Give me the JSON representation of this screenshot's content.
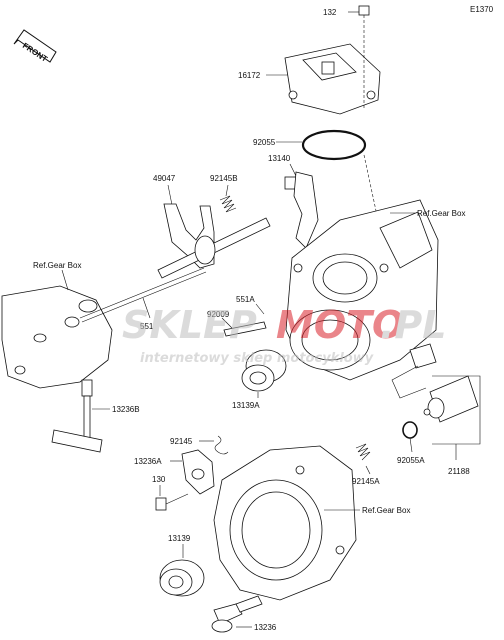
{
  "diagram_code": "E1370",
  "front_label": "FRONT",
  "watermark": {
    "brand_left": "SKLEP",
    "brand_mid": "MOTO",
    "brand_right": ".PL",
    "tagline": "internetowy sklep motocyklowy",
    "brand_color": "#d9232b"
  },
  "parts": {
    "p132": "132",
    "p16172": "16172",
    "p92055": "92055",
    "p13140": "13140",
    "p49047": "49047",
    "p92145B": "92145B",
    "p551A": "551A",
    "p92009": "92009",
    "p551": "551",
    "p13139A": "13139A",
    "p13236B": "13236B",
    "p92145": "92145",
    "p13236A": "13236A",
    "p130": "130",
    "p13139": "13139",
    "p13236": "13236",
    "p92145A": "92145A",
    "p92055A": "92055A",
    "p21188": "21188"
  },
  "refs": {
    "ref_top": "Ref.Gear Box",
    "ref_left": "Ref.Gear Box",
    "ref_bottom": "Ref.Gear Box"
  }
}
